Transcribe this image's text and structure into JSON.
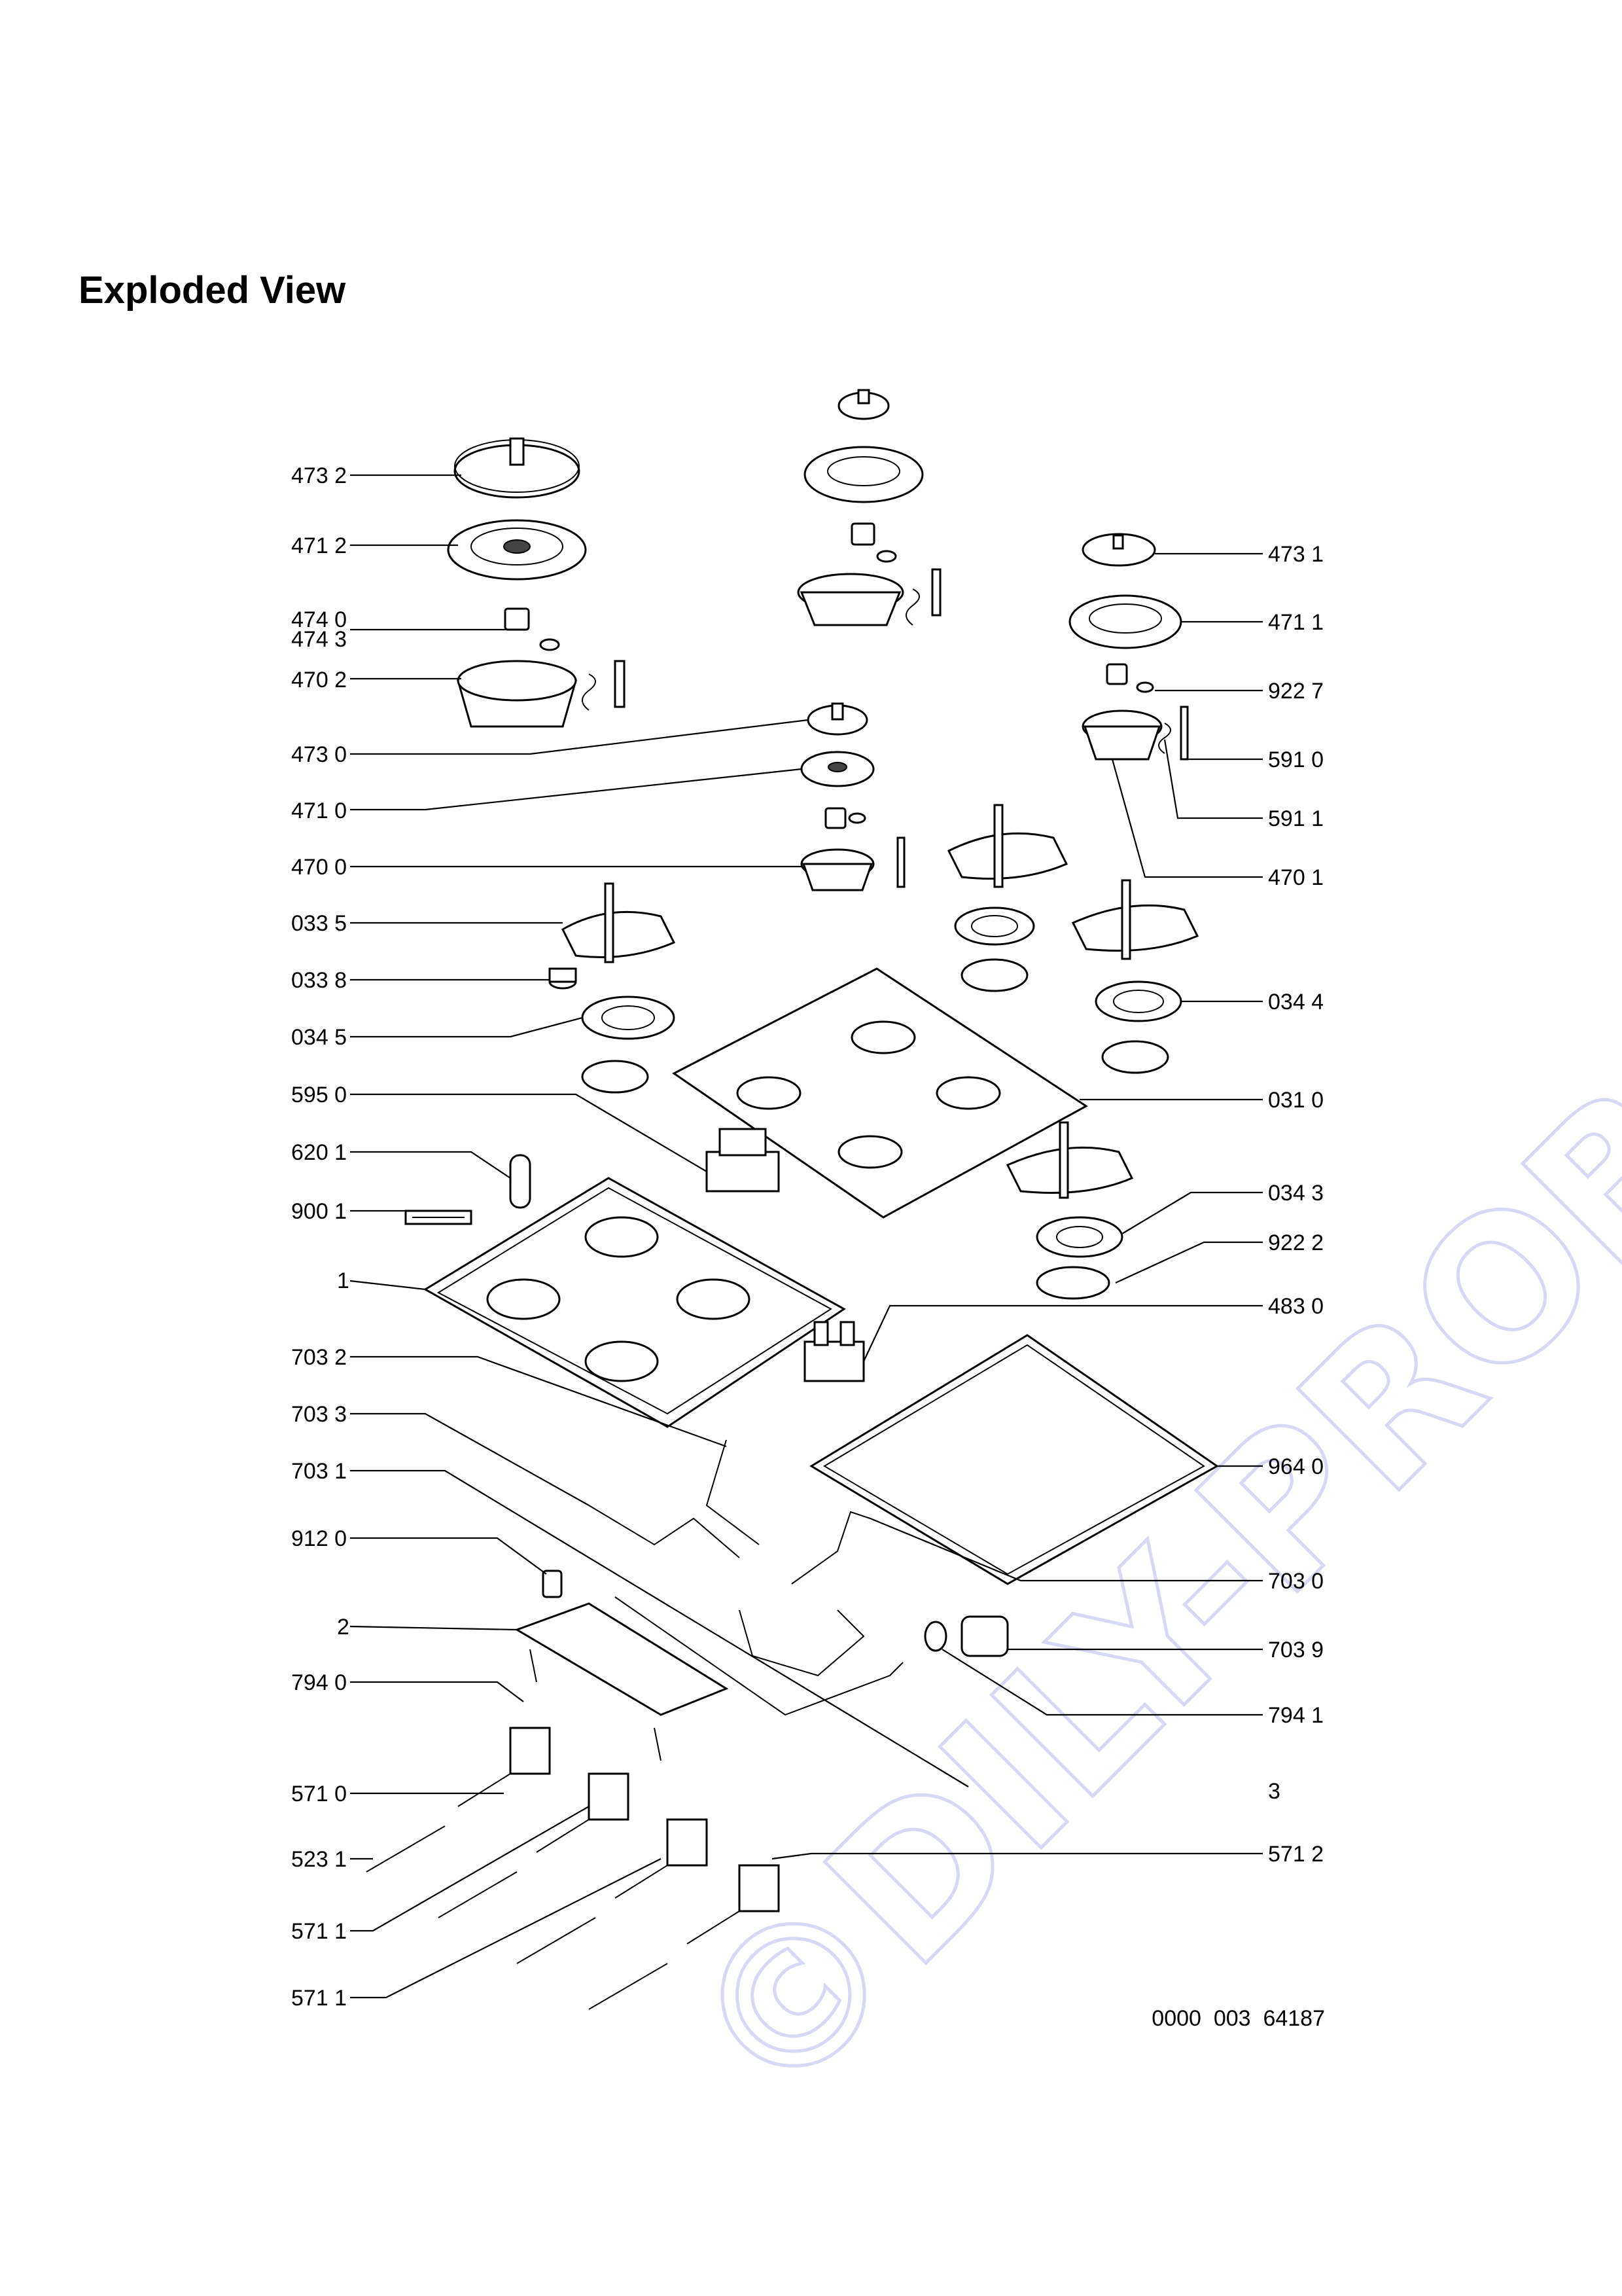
{
  "title": "Exploded View",
  "watermark": "©DILY-PROBE.cz",
  "drawing_number": "0000  003  64187",
  "labels": {
    "l4732": "473 2",
    "l4712": "471 2",
    "l4740": "474 0",
    "l4743": "474 3",
    "l4702": "470  2",
    "l4730": "473  0",
    "l4710": "471 0",
    "l4700": "470 0",
    "l0335": "033 5",
    "l0338": "033 8",
    "l0345": "034 5",
    "l5950": "595 0",
    "l6201": "620 1",
    "l9001": "900 1",
    "l1": "1",
    "l7032": "703 2",
    "l7033": "703 3",
    "l7031": "703 1",
    "l9120": "912 0",
    "l2": "2",
    "l7940": "794 0",
    "l5710": "571 0",
    "l5231": "523 1",
    "l5711a": "571 1",
    "l5711b": "571 1",
    "r4731": "473 1",
    "r4711": "471 1",
    "r9227": "922 7",
    "r5910": "591 0",
    "r5911": "591 1",
    "r4701": "470 1",
    "r0344": "034 4",
    "r0310": "031 0",
    "r0343": "034 3",
    "r9222": "922 2",
    "r4830": "483 0",
    "r9640": "964 0",
    "r7030": "703 0",
    "r7039": "703 9",
    "r7941": "794 1",
    "r3": "3",
    "r5712": "571 2"
  },
  "colors": {
    "ink": "#000000",
    "watermark": "#c9ccf3",
    "background": "#ffffff"
  }
}
